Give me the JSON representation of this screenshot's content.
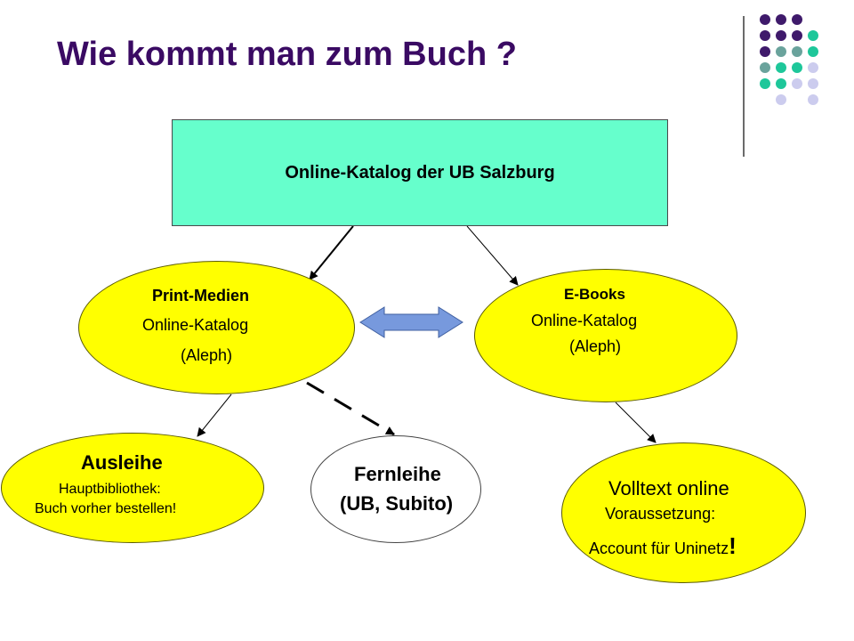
{
  "slide": {
    "title": "Wie kommt man zum Buch ?"
  },
  "catalog_box": {
    "label": "Online-Katalog der UB Salzburg"
  },
  "print_media": {
    "heading": "Print-Medien",
    "line1": "Online-Katalog",
    "line2": "(Aleph)"
  },
  "ebooks": {
    "heading": "E-Books",
    "line1": "Online-Katalog",
    "line2": "(Aleph)"
  },
  "ausleihe": {
    "heading": "Ausleihe",
    "line1": "Hauptbibliothek:",
    "line2": "Buch vorher bestellen",
    "exclaim": "!"
  },
  "fernleihe": {
    "heading": "Fernleihe",
    "line1": "(UB, Subito)"
  },
  "volltext": {
    "heading": "Volltext online",
    "line1": "Voraussetzung:",
    "line2": "Account für Uninetz",
    "exclaim": "!"
  },
  "colors": {
    "title": "#3a0a63",
    "catalog_fill": "#66ffcc",
    "node_fill": "#ffff00",
    "double_arrow": "#7799dd",
    "dot_purple": "#3f1a6b",
    "dot_teal": "#6aa39c",
    "dot_green": "#1ec79a",
    "dot_lavender": "#ccccee"
  },
  "decor_dots": [
    [
      "purple",
      "purple",
      "purple",
      null
    ],
    [
      "purple",
      "purple",
      "purple",
      "green"
    ],
    [
      "purple",
      "teal",
      "teal",
      "green"
    ],
    [
      "teal",
      "green",
      "green",
      "lavender"
    ],
    [
      "green",
      "green",
      "lavender",
      "lavender"
    ],
    [
      null,
      "lavender",
      null,
      "lavender"
    ]
  ]
}
